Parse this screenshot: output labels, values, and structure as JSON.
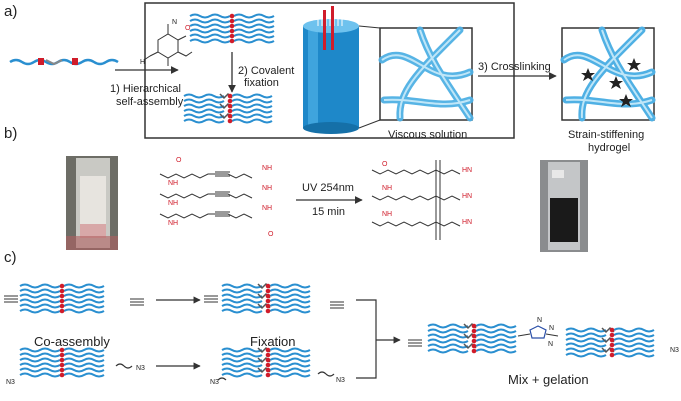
{
  "panels": {
    "a": "a)",
    "b": "b)",
    "c": "c)"
  },
  "steps": {
    "self_assembly_1": "1) Hierarchical",
    "self_assembly_2": "self-assembly",
    "covalent_1": "2) Covalent",
    "covalent_2": "fixation",
    "crosslinking": "3) Crosslinking"
  },
  "captions": {
    "viscous": "Viscous solution",
    "hydrogel_1": "Strain-stiffening",
    "hydrogel_2": "hydrogel"
  },
  "reaction": {
    "conditions_1": "UV 254nm",
    "conditions_2": "15 min"
  },
  "chem_atoms": {
    "o": "O",
    "n": "N",
    "h": "H",
    "nh": "NH",
    "hn": "HN"
  },
  "section_c": {
    "co_assembly": "Co-assembly",
    "fixation": "Fixation",
    "mix": "Mix + gelation",
    "azide": "N3",
    "triazole_n": "N"
  },
  "colors": {
    "fiber": "#2a8fd0",
    "fiber_light": "#7cc7ee",
    "core": "#d01c2a",
    "linker": "#9a9a9a",
    "frame": "#333333",
    "dark_linker": "#555555"
  }
}
